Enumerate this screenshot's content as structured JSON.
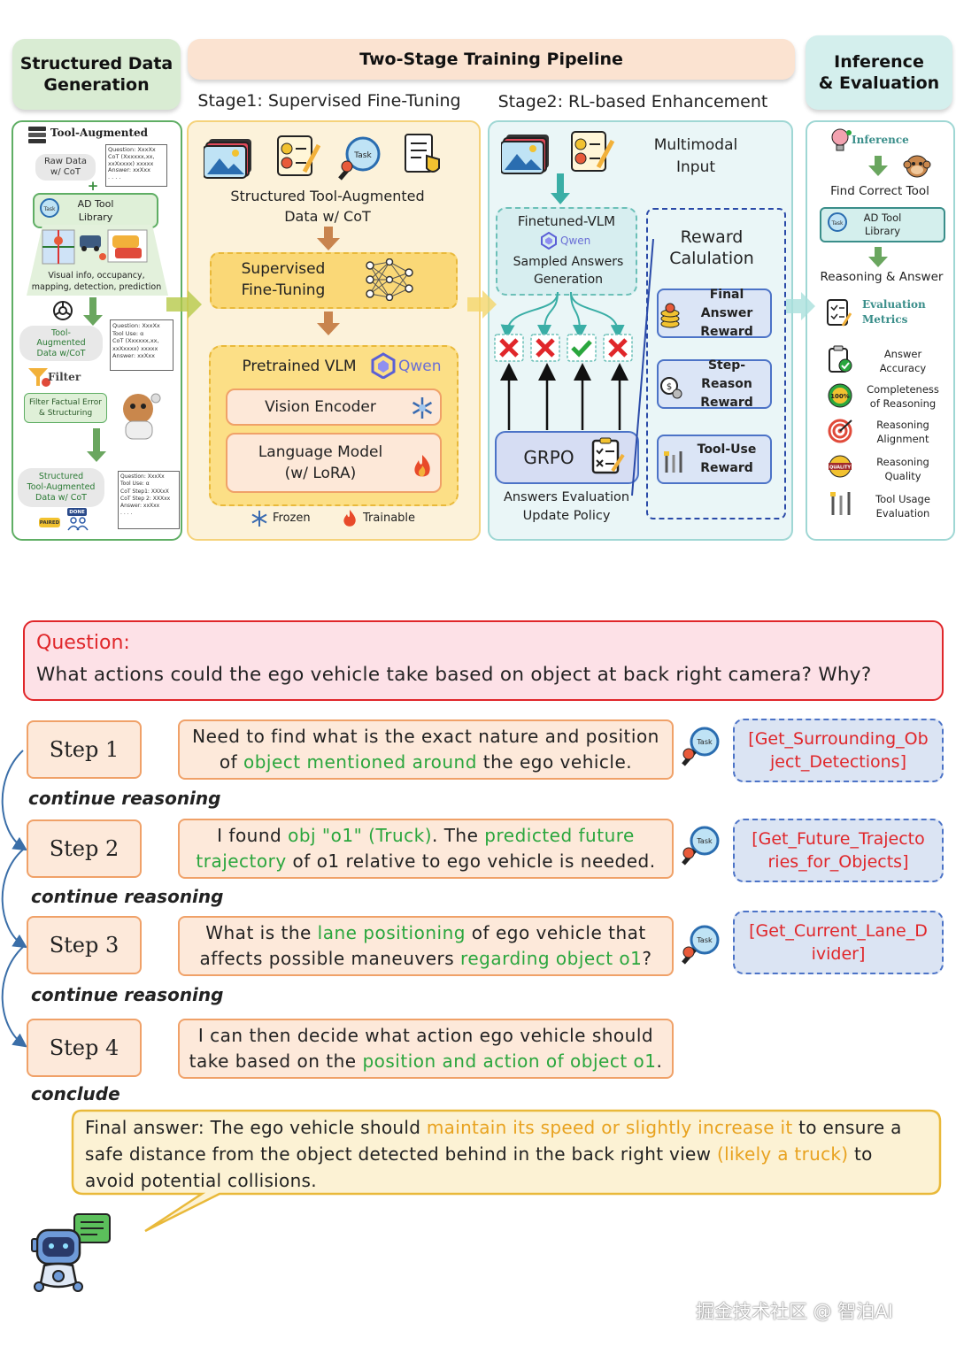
{
  "headers": {
    "structured_data": "Structured Data\nGeneration",
    "pipeline": "Two-Stage Training Pipeline",
    "inference": "Inference\n& Evaluation"
  },
  "stage_titles": {
    "stage1": "Stage1: Supervised Fine-Tuning",
    "stage2": "Stage2: RL-based Enhancement"
  },
  "left_panel": {
    "tool_augmented": "Tool-Augmented",
    "raw_data": "Raw Data\nw/ CoT",
    "raw_card": "Question: XxxXx\nCoT (Xxxxxx,xx,\nxxXxxxx) xxxxx\nAnswer: xxXxx\n. . . .",
    "ad_tool_library": "AD Tool\nLibrary",
    "visual_info": "Visual info, occupancy,\nmapping, detection, prediction",
    "tool_augmented_data": "Tool-\nAugmented\nData w/CoT",
    "tool_card": "Question: XxxXx\nTool Use: α\nCoT (Xxxxxx,xx,\nxxXxxxx) xxxxx\nAnswer: xxXxx",
    "filter": "Filter",
    "filter_factual": "Filter Factual Error\n& Structuring",
    "structured_data": "Structured\nTool-Augmented\nData w/ CoT",
    "structured_card": "Question: XxxXx\nTool Use: α\nCoT Step1: XXXxX\nCoT Step 2: XXXxx\nAnswer: xxXxx\n. . . .",
    "paired": "PAIRED",
    "done": "DONE"
  },
  "stage1": {
    "data_label": "Structured Tool-Augmented\nData w/ CoT",
    "sft": "Supervised\nFine-Tuning",
    "pretrained": "Pretrained VLM",
    "qwen": "Qwen",
    "vision_encoder": "Vision Encoder",
    "language_model": "Language Model\n(w/ LoRA)",
    "frozen": "Frozen",
    "trainable": "Trainable"
  },
  "stage2": {
    "multimodal": "Multimodal\nInput",
    "finetuned": "Finetuned-VLM",
    "qwen": "Qwen",
    "sampled": "Sampled Answers\nGeneration",
    "grpo": "GRPO",
    "answers_eval": "Answers Evaluation\nUpdate Policy",
    "reward_calc": "Reward\nCalulation",
    "final_answer_reward": "Final Answer\nReward",
    "step_reason_reward": "Step-Reason\nReward",
    "tool_use_reward": "Tool-Use\nReward"
  },
  "inference_panel": {
    "inference": "Inference",
    "find_tool": "Find Correct Tool",
    "ad_tool_library": "AD Tool\nLibrary",
    "reasoning_answer": "Reasoning & Answer",
    "evaluation_metrics": "Evaluation\nMetrics",
    "metrics": [
      {
        "icon": "clipboard-check-icon",
        "label": "Answer\nAccuracy"
      },
      {
        "icon": "percent-badge-icon",
        "label": "Completeness\nof Reasoning"
      },
      {
        "icon": "target-icon",
        "label": "Reasoning\nAlignment"
      },
      {
        "icon": "quality-badge-icon",
        "label": "Reasoning\nQuality"
      },
      {
        "icon": "tools-icon",
        "label": "Tool Usage\nEvaluation"
      }
    ]
  },
  "question": {
    "label": "Question:",
    "text": "What actions could the ego vehicle take based on object at back right camera? Why?"
  },
  "steps": [
    {
      "label": "Step 1",
      "segments": [
        {
          "t": "Need to find what is the exact nature and position\nof ",
          "c": "plain"
        },
        {
          "t": "object mentioned around",
          "c": "green"
        },
        {
          "t": " the ego vehicle.",
          "c": "plain"
        }
      ],
      "tool": "[Get_Surrounding_Ob\nject_Detections]",
      "next": "continue reasoning"
    },
    {
      "label": "Step 2",
      "segments": [
        {
          "t": "I found ",
          "c": "plain"
        },
        {
          "t": "obj \"o1\" (Truck)",
          "c": "green"
        },
        {
          "t": ". The ",
          "c": "plain"
        },
        {
          "t": "predicted future\ntrajectory",
          "c": "green"
        },
        {
          "t": " of o1 relative to ego vehicle is needed.",
          "c": "plain"
        }
      ],
      "tool": "[Get_Future_Trajecto\nries_for_Objects]",
      "next": "continue reasoning"
    },
    {
      "label": "Step 3",
      "segments": [
        {
          "t": "What is the ",
          "c": "plain"
        },
        {
          "t": "lane positioning",
          "c": "green"
        },
        {
          "t": " of ego vehicle that\naffects possible maneuvers ",
          "c": "plain"
        },
        {
          "t": "regarding object o1",
          "c": "green"
        },
        {
          "t": "?",
          "c": "plain"
        }
      ],
      "tool": "[Get_Current_Lane_D\nivider]",
      "next": "continue reasoning"
    },
    {
      "label": "Step 4",
      "segments": [
        {
          "t": "I can then decide what action ego vehicle should\ntake based on the ",
          "c": "plain"
        },
        {
          "t": "position and action of object o1",
          "c": "green"
        },
        {
          "t": ".",
          "c": "plain"
        }
      ],
      "tool": "",
      "next": "conclude"
    }
  ],
  "final_answer": {
    "segments": [
      {
        "t": "Final answer: The ego vehicle should ",
        "c": "plain"
      },
      {
        "t": "maintain its speed or slightly increase it",
        "c": "orange"
      },
      {
        "t": " to ensure a safe distance from the object detected behind in the back right view ",
        "c": "plain"
      },
      {
        "t": "(likely a truck)",
        "c": "orange"
      },
      {
        "t": " to avoid potential collisions.",
        "c": "plain"
      }
    ]
  },
  "watermark": "掘金技术社区 @ 智泊AI",
  "colors": {
    "green_text": "#2aa63d",
    "orange_text": "#e8a21f",
    "tool_red": "#e0262a",
    "question_red": "#e0262a",
    "step_border": "#f0a168",
    "tool_border": "#4c73c7"
  }
}
